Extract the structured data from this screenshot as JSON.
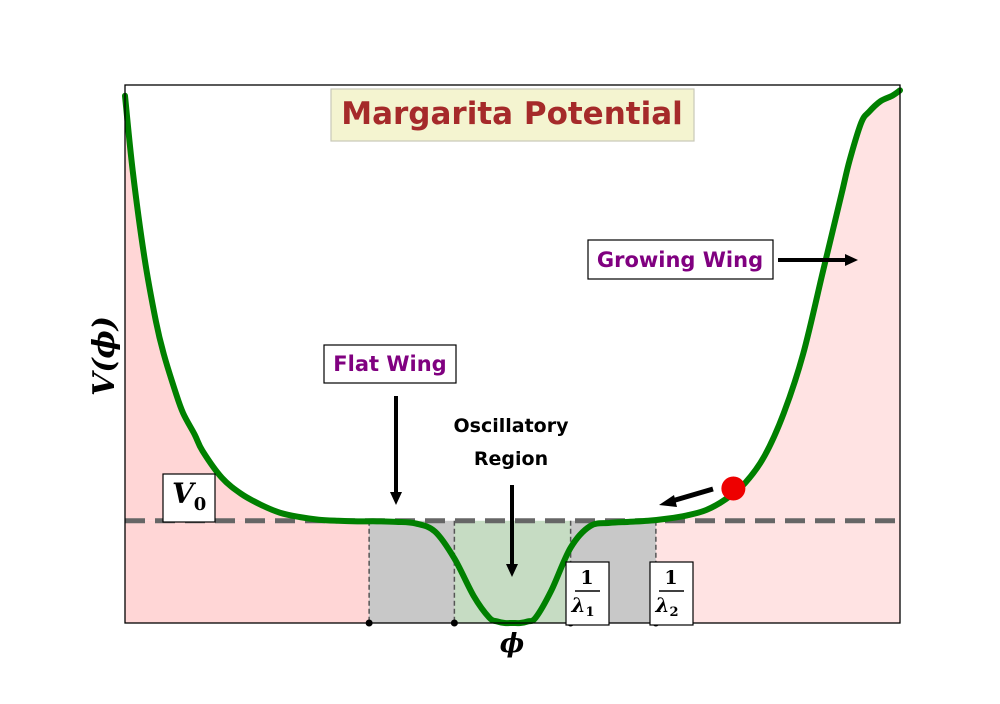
{
  "chart_data": {
    "type": "line",
    "title": "Margarita Potential",
    "xlabel": "ϕ",
    "ylabel": "V(ϕ)",
    "xlim": [
      -1,
      1
    ],
    "ylim": [
      0,
      1
    ],
    "grid": false,
    "axis_ticks": false,
    "v0_level": 0.19,
    "v0_label": "V",
    "v0_subscript": "0",
    "series": [
      {
        "x": [
          -1.0,
          -0.98,
          -0.95,
          -0.92,
          -0.9,
          -0.87,
          -0.85,
          -0.82,
          -0.8,
          -0.75,
          -0.7,
          -0.65,
          -0.6,
          -0.55,
          -0.5,
          -0.45,
          -0.4,
          -0.35,
          -0.3,
          -0.25,
          -0.2,
          -0.15,
          -0.1,
          -0.06,
          -0.04,
          -0.02,
          0.0,
          0.02,
          0.04,
          0.06,
          0.1,
          0.15,
          0.2,
          0.25,
          0.3,
          0.35,
          0.4,
          0.45,
          0.5,
          0.55,
          0.6,
          0.65,
          0.7,
          0.75,
          0.8,
          0.82,
          0.85,
          0.87,
          0.9,
          0.92,
          0.95,
          0.98,
          1.0
        ],
        "y": [
          0.98,
          0.84,
          0.68,
          0.56,
          0.5,
          0.43,
          0.39,
          0.35,
          0.32,
          0.27,
          0.24,
          0.22,
          0.205,
          0.197,
          0.192,
          0.19,
          0.189,
          0.189,
          0.188,
          0.185,
          0.17,
          0.12,
          0.05,
          0.01,
          0.003,
          0.0,
          0.0,
          0.0,
          0.003,
          0.01,
          0.06,
          0.14,
          0.18,
          0.186,
          0.188,
          0.19,
          0.194,
          0.2,
          0.21,
          0.23,
          0.26,
          0.31,
          0.39,
          0.5,
          0.65,
          0.71,
          0.8,
          0.86,
          0.93,
          0.95,
          0.97,
          0.98,
          0.99
        ]
      }
    ],
    "shaded_regions": [
      {
        "name": "left-wing-region",
        "x": [
          -1.0,
          -0.37
        ],
        "color": "#ffd6d6"
      },
      {
        "name": "flat-wing-left-region",
        "x": [
          -0.37,
          -0.15
        ],
        "color": "#c8c8c8"
      },
      {
        "name": "oscillatory-region",
        "x": [
          -0.15,
          0.15
        ],
        "color": "#c6dcc3"
      },
      {
        "name": "flat-wing-right-region",
        "x": [
          0.15,
          0.37
        ],
        "color": "#c8c8c8"
      },
      {
        "name": "right-wing-region",
        "x": [
          0.37,
          1.0
        ],
        "color": "#ffe3e3"
      }
    ],
    "bounds_markers": [
      -0.37,
      -0.15,
      0.15,
      0.37
    ],
    "lambda_labels": [
      {
        "num": "1",
        "den": "λ",
        "sub": "1"
      },
      {
        "num": "1",
        "den": "λ",
        "sub": "2"
      }
    ],
    "annotations": {
      "flat_wing": "Flat Wing",
      "growing_wing": "Growing Wing",
      "oscillatory_line1": "Oscillatory",
      "oscillatory_line2": "Region"
    },
    "ball": {
      "x": 0.57,
      "y": 0.25,
      "color": "#ee0000"
    }
  },
  "colors": {
    "curve": "#008000",
    "title_text": "#a52a2a",
    "title_bg": "#f4f4d0",
    "annotation_text": "#800080",
    "dashed_line": "#666666"
  }
}
